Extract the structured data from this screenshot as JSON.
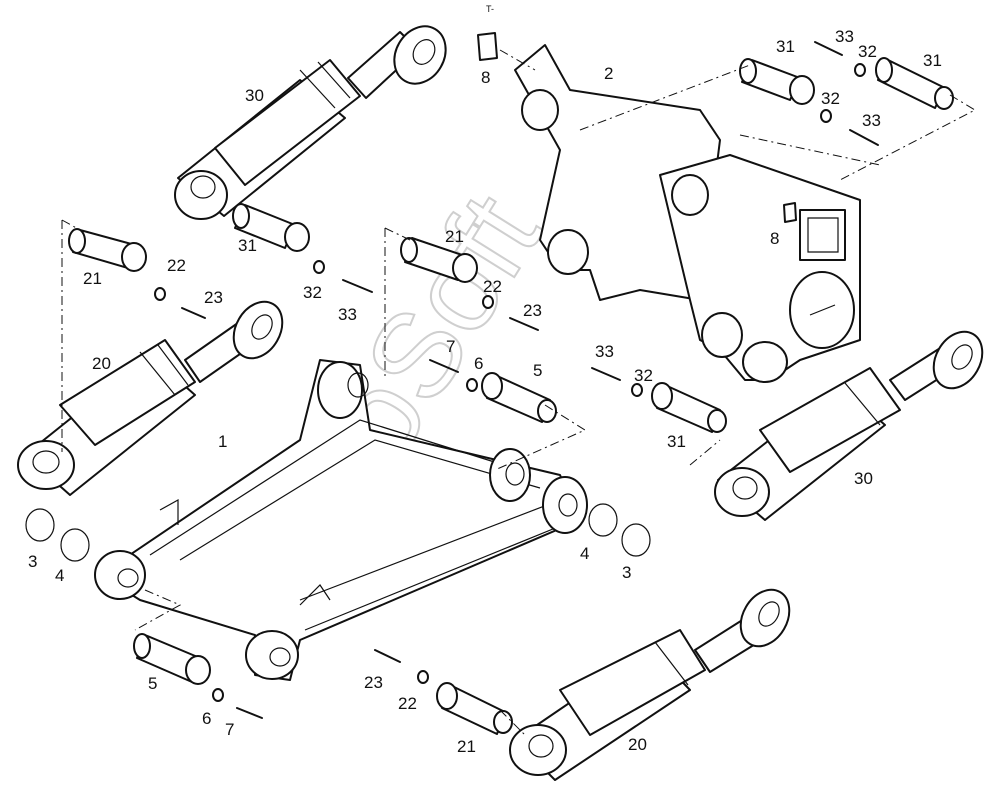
{
  "watermark": "AutoSoft",
  "header_mark": "T-",
  "labels": {
    "p1": "1",
    "p2": "2",
    "p3a": "3",
    "p3b": "3",
    "p4a": "4",
    "p4b": "4",
    "p5a": "5",
    "p5b": "5",
    "p6a": "6",
    "p6b": "6",
    "p7a": "7",
    "p7b": "7",
    "p8a": "8",
    "p8b": "8",
    "p20a": "20",
    "p20b": "20",
    "p21a": "21",
    "p21b": "21",
    "p21c": "21",
    "p22a": "22",
    "p22b": "22",
    "p22c": "22",
    "p23a": "23",
    "p23b": "23",
    "p23c": "23",
    "p30a": "30",
    "p30b": "30",
    "p31a": "31",
    "p31b": "31",
    "p31c": "31",
    "p31d": "31",
    "p32a": "32",
    "p32b": "32",
    "p32c": "32",
    "p32d": "32",
    "p33a": "33",
    "p33b": "33",
    "p33c": "33",
    "p33d": "33"
  }
}
